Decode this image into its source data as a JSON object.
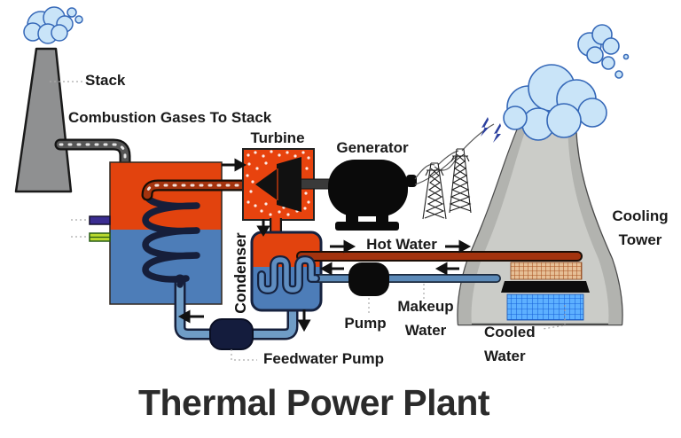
{
  "title": "Thermal Power Plant",
  "labels": {
    "stack": "Stack",
    "combustion_gases": "Combustion Gases To Stack",
    "turbine": "Turbine",
    "generator": "Generator",
    "condenser": "Condenser",
    "hot_water": "Hot Water",
    "pump": "Pump",
    "makeup_water_line1": "Makeup",
    "makeup_water_line2": "Water",
    "feedwater_pump": "Feedwater Pump",
    "cooled_water_line1": "Cooled",
    "cooled_water_line2": "Water",
    "cooling_tower_line1": "Cooling",
    "cooling_tower_line2": "Tower"
  },
  "colors": {
    "hot_orange_red": "#e8430e",
    "water_steel_blue": "#4d7db8",
    "coil_navy": "#16203c",
    "hot_pipe_red": "#a3330e",
    "cool_pipe_blue": "#5c8ab8",
    "feedwater_pipe_blue": "#6f9cc6",
    "stack_gray": "#8f9091",
    "tower_gray": "#cbccc8",
    "tower_shade_gray": "#b2b3af",
    "smoke_fill_blue": "#c9e4f8",
    "smoke_outline_blue": "#3568b8",
    "fuel_bar_purple": "#3b2d91",
    "air_bar_green": "#bada2e",
    "spray_fill_orange": "#e6bf96",
    "basin_blue": "#5db0ff",
    "machine_black": "#0b0b0b",
    "title_text": "#2b2b2b"
  },
  "components": [
    "stack-chimney",
    "stack-smoke",
    "combustion-gas-pipe",
    "boiler",
    "fuel-inlet-bar",
    "air-inlet-bar",
    "boiler-coil",
    "steam-pipe",
    "turbine",
    "turbine-rotor",
    "shaft",
    "generator",
    "transmission-towers",
    "power-lines",
    "lightning-bolts",
    "cooling-tower",
    "cooling-tower-steam",
    "hot-water-pipe",
    "cooled-water-return-pipe",
    "spray-fill-grid",
    "cooled-water-basin",
    "circulating-pump",
    "feedwater-pump",
    "condenser",
    "condenser-coil",
    "flow-arrows"
  ]
}
